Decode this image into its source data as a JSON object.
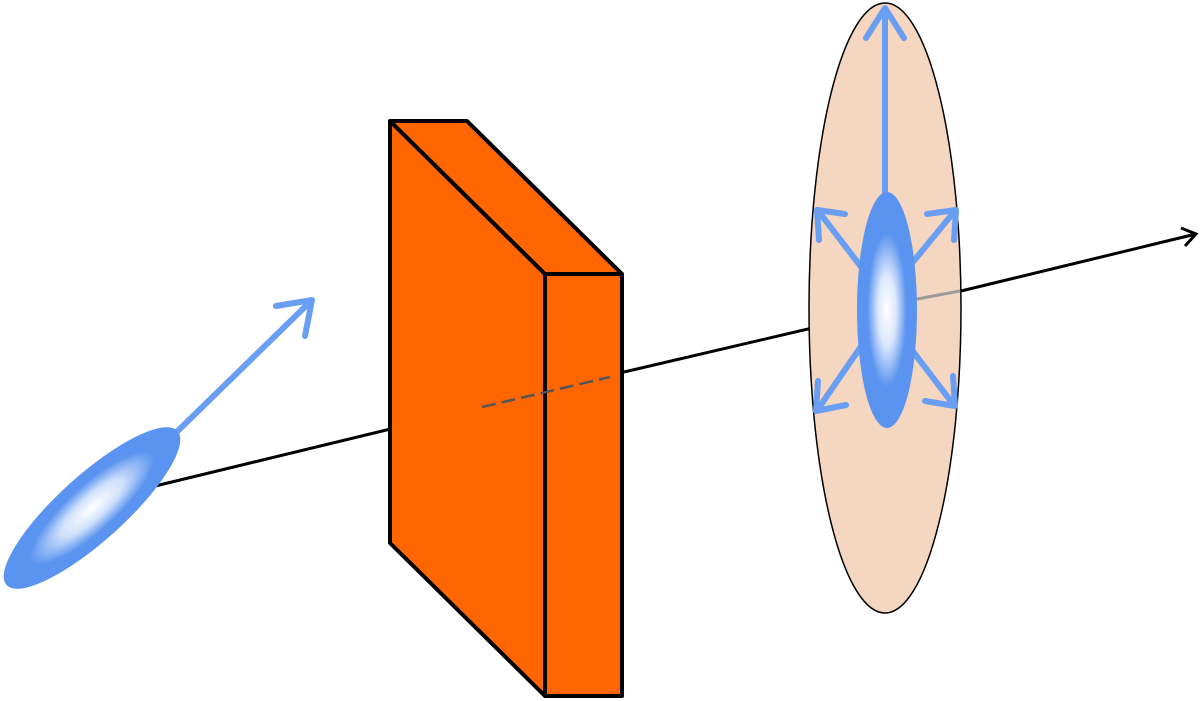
{
  "diagram": {
    "colors": {
      "background": "#ffffff",
      "beam_axis": "#000000",
      "hidden_axis": "#555555",
      "slab_fill": "#ff6600",
      "slab_stroke": "#000000",
      "pulse_blue": "#5b94f0",
      "pulse_highlight": "#ffffff",
      "arrow_blue": "#6a9ef2",
      "disc_fill": "#f5d6c0",
      "disc_stroke": "#000000",
      "axis_behind_disc": "#9a9a9a"
    },
    "elements": {
      "incoming_pulse": {
        "shape": "ellipse",
        "orientation": "tilted"
      },
      "incoming_polarization_arrow": {
        "direction": "up-right",
        "icon": "arrow-icon"
      },
      "slab": {
        "shape": "rectangular-block"
      },
      "outgoing_pulse": {
        "shape": "ellipse",
        "orientation": "vertical"
      },
      "radial_arrows": {
        "count": 5,
        "icon": "arrow-icon"
      },
      "propagation_arrow": {
        "icon": "arrowhead-icon"
      }
    }
  }
}
